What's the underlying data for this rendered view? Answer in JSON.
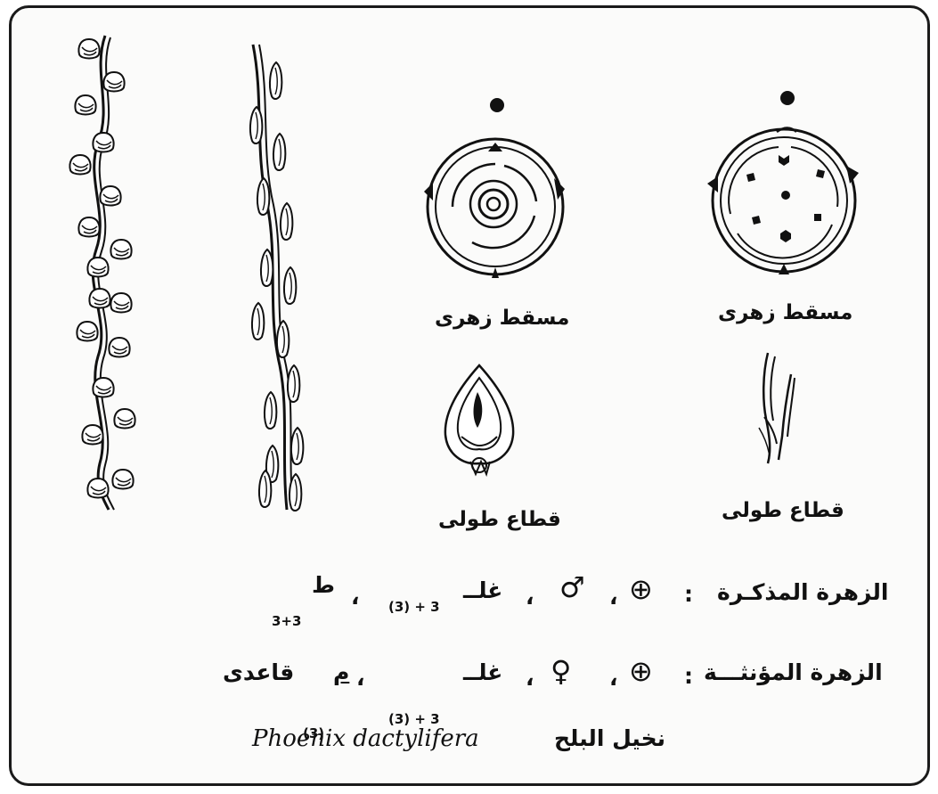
{
  "labels": {
    "diagram_left": "مسقط زهرى",
    "diagram_right": "مسقط زهرى",
    "section_left": "قطاع طولى",
    "section_right": "قطاع طولى"
  },
  "male_formula": {
    "name": "الزهرة المذكـرة",
    "separator": ":",
    "symmetry": "⊕",
    "sex_symbol": "♂",
    "perianth_label": "غلــ",
    "perianth_sub": "(3) + 3",
    "stamen_label": "ط",
    "stamen_count": "3+3"
  },
  "female_formula": {
    "name": "الزهرة المؤنثـــة",
    "separator": ":",
    "symmetry": "⊕",
    "sex_symbol": "♀",
    "perianth_label": "غلــ",
    "perianth_sub": "(3) + 3",
    "carpel_label": "م",
    "carpel_count": "(3)",
    "ovary_position": "قاعدى"
  },
  "species": {
    "arabic_name": "نخيل البلح",
    "latin_name": "Phoenix dactylifera"
  }
}
